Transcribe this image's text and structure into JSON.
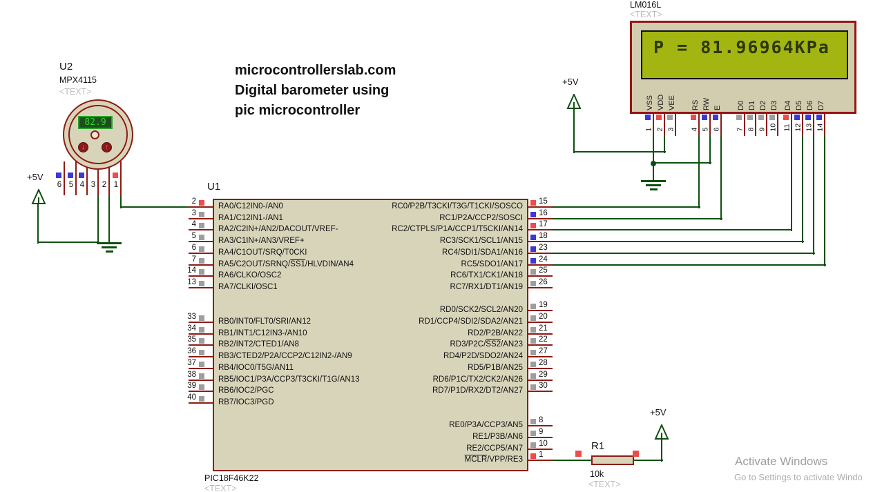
{
  "title": {
    "lines": [
      "microcontrollerslab.com",
      "Digital barometer using",
      "pic microcontroller"
    ]
  },
  "watermark": {
    "line1": "Activate Windows",
    "line2": "Go to Settings to activate Windo"
  },
  "power_label": "+5V",
  "colors": {
    "wire": "#0d4f0d",
    "pin": "#8c1b13",
    "body_fill": "#d8d4ba",
    "state_red": "#ed4c4c",
    "state_blue": "#3a3ad6",
    "state_gray": "#9e9e9e",
    "lcd_screen": "#a3b511",
    "sensor_display_bg": "#1c4f1c",
    "sensor_display_text": "#2fd42f"
  },
  "sensor": {
    "ref": "U2",
    "part": "MPX4115",
    "text_tag": "<TEXT>",
    "reading": "82.9",
    "buttons": [
      {
        "icon": "down-arrow",
        "glyph": "↓"
      },
      {
        "icon": "up-arrow",
        "glyph": "↑"
      }
    ],
    "pins": [
      {
        "num": "6",
        "state": "blue"
      },
      {
        "num": "5",
        "state": "blue"
      },
      {
        "num": "4",
        "state": "blue"
      },
      {
        "num": "3"
      },
      {
        "num": "2"
      },
      {
        "num": "1",
        "state": "red"
      }
    ]
  },
  "lcd": {
    "ref": "LM016L",
    "text_tag": "<TEXT>",
    "display": "P = 81.96964KPa",
    "pins": [
      {
        "num": "1",
        "label": "VSS",
        "state": "blue"
      },
      {
        "num": "2",
        "label": "VDD",
        "state": "red"
      },
      {
        "num": "3",
        "label": "VEE",
        "state": "gray"
      },
      {
        "num": "4",
        "label": "RS",
        "state": "red"
      },
      {
        "num": "5",
        "label": "RW",
        "state": "blue"
      },
      {
        "num": "6",
        "label": "E",
        "state": "blue"
      },
      {
        "num": "7",
        "label": "D0",
        "state": "gray"
      },
      {
        "num": "8",
        "label": "D1",
        "state": "gray"
      },
      {
        "num": "9",
        "label": "D2",
        "state": "gray"
      },
      {
        "num": "10",
        "label": "D3",
        "state": "gray"
      },
      {
        "num": "11",
        "label": "D4",
        "state": "red"
      },
      {
        "num": "12",
        "label": "D5",
        "state": "blue"
      },
      {
        "num": "13",
        "label": "D6",
        "state": "blue"
      },
      {
        "num": "14",
        "label": "D7",
        "state": "blue"
      }
    ]
  },
  "u1": {
    "ref": "U1",
    "part": "PIC18F46K22",
    "text_tag": "<TEXT>",
    "porta": [
      {
        "num": "2",
        "label": "RA0/C12IN0-/AN0",
        "state": "red"
      },
      {
        "num": "3",
        "label": "RA1/C12IN1-/AN1",
        "state": "gray"
      },
      {
        "num": "4",
        "label": "RA2/C2IN+/AN2/DACOUT/VREF-",
        "state": "gray"
      },
      {
        "num": "5",
        "label": "RA3/C1IN+/AN3/VREF+",
        "state": "gray"
      },
      {
        "num": "6",
        "label": "RA4/C1OUT/SRQ/T0CKI",
        "state": "gray"
      },
      {
        "num": "7",
        "label": [
          "RA5/C2OUT/SRNQ/",
          [
            "SS1"
          ],
          "/HLVDIN/AN4"
        ],
        "state": "gray"
      },
      {
        "num": "14",
        "label": "RA6/CLKO/OSC2",
        "state": "gray"
      },
      {
        "num": "13",
        "label": "RA7/CLKI/OSC1",
        "state": "gray"
      }
    ],
    "portb": [
      {
        "num": "33",
        "label": "RB0/INT0/FLT0/SRI/AN12",
        "state": "gray"
      },
      {
        "num": "34",
        "label": "RB1/INT1/C12IN3-/AN10",
        "state": "gray"
      },
      {
        "num": "35",
        "label": "RB2/INT2/CTED1/AN8",
        "state": "gray"
      },
      {
        "num": "36",
        "label": "RB3/CTED2/P2A/CCP2/C12IN2-/AN9",
        "state": "gray"
      },
      {
        "num": "37",
        "label": "RB4/IOC0/T5G/AN11",
        "state": "gray"
      },
      {
        "num": "38",
        "label": "RB5/IOC1/P3A/CCP3/T3CKI/T1G/AN13",
        "state": "gray"
      },
      {
        "num": "39",
        "label": "RB6/IOC2/PGC",
        "state": "gray"
      },
      {
        "num": "40",
        "label": "RB7/IOC3/PGD",
        "state": "gray"
      }
    ],
    "portc": [
      {
        "num": "15",
        "label": "RC0/P2B/T3CKI/T3G/T1CKI/SOSCO",
        "state": "red"
      },
      {
        "num": "16",
        "label": "RC1/P2A/CCP2/SOSCI",
        "state": "blue"
      },
      {
        "num": "17",
        "label": "RC2/CTPLS/P1A/CCP1/T5CKI/AN14",
        "state": "red"
      },
      {
        "num": "18",
        "label": "RC3/SCK1/SCL1/AN15",
        "state": "blue"
      },
      {
        "num": "23",
        "label": "RC4/SDI1/SDA1/AN16",
        "state": "blue"
      },
      {
        "num": "24",
        "label": "RC5/SDO1/AN17",
        "state": "blue"
      },
      {
        "num": "25",
        "label": "RC6/TX1/CK1/AN18",
        "state": "gray"
      },
      {
        "num": "26",
        "label": "RC7/RX1/DT1/AN19",
        "state": "gray"
      }
    ],
    "portd": [
      {
        "num": "19",
        "label": "RD0/SCK2/SCL2/AN20",
        "state": "gray"
      },
      {
        "num": "20",
        "label": "RD1/CCP4/SDI2/SDA2/AN21",
        "state": "gray"
      },
      {
        "num": "21",
        "label": "RD2/P2B/AN22",
        "state": "gray"
      },
      {
        "num": "22",
        "label": [
          "RD3/P2C/",
          [
            "SS2"
          ],
          "/AN23"
        ],
        "state": "gray"
      },
      {
        "num": "27",
        "label": "RD4/P2D/SDO2/AN24",
        "state": "gray"
      },
      {
        "num": "28",
        "label": "RD5/P1B/AN25",
        "state": "gray"
      },
      {
        "num": "29",
        "label": "RD6/P1C/TX2/CK2/AN26",
        "state": "gray"
      },
      {
        "num": "30",
        "label": "RD7/P1D/RX2/DT2/AN27",
        "state": "gray"
      }
    ],
    "porte": [
      {
        "num": "8",
        "label": "RE0/P3A/CCP3/AN5",
        "state": "gray"
      },
      {
        "num": "9",
        "label": "RE1/P3B/AN6",
        "state": "gray"
      },
      {
        "num": "10",
        "label": "RE2/CCP5/AN7",
        "state": "gray"
      },
      {
        "num": "1",
        "label": [
          [
            "MCLR"
          ],
          "/VPP/RE3"
        ],
        "state": "red"
      }
    ]
  },
  "r1": {
    "ref": "R1",
    "value": "10k",
    "text_tag": "<TEXT>"
  }
}
